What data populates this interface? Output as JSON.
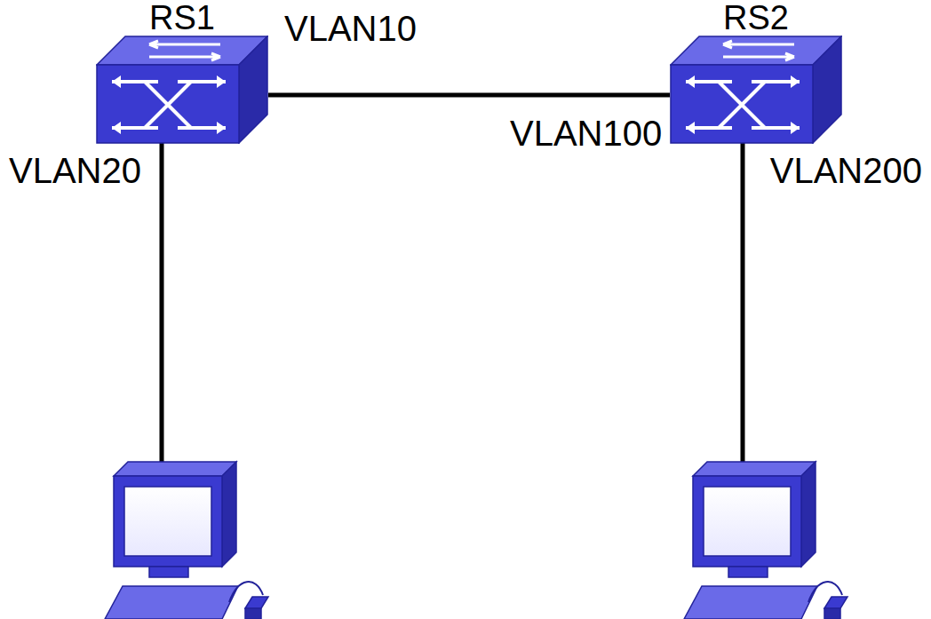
{
  "diagram": {
    "nodes": [
      {
        "text": [
          "RS1"
        ]
      },
      {
        "text": [
          "RS2"
        ]
      }
    ],
    "edges": [
      {
        "from": 0,
        "to": 1,
        "arrow": "none"
      }
    ],
    "labels": [
      "VLAN10",
      "VLAN100",
      "VLAN20",
      "VLAN200"
    ]
  }
}
